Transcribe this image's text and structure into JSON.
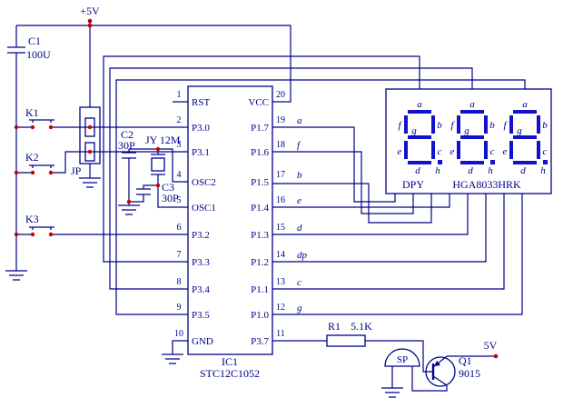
{
  "power": {
    "top_label": "+5V",
    "right_label": "5V"
  },
  "capacitors": {
    "c1_name": "C1",
    "c1_value": "100U",
    "c2_name": "C2",
    "c2_value": "30P",
    "c3_name": "C3",
    "c3_value": "30P"
  },
  "buttons": {
    "k1": "K1",
    "k2": "K2",
    "k3": "K3"
  },
  "jumper": {
    "label": "JP"
  },
  "crystal": {
    "label": "JY 12M"
  },
  "ic": {
    "ref": "IC1",
    "part": "STC12C1052",
    "left_pins": [
      {
        "num": "1",
        "name": "RST"
      },
      {
        "num": "2",
        "name": "P3.0"
      },
      {
        "num": "3",
        "name": "P3.1"
      },
      {
        "num": "4",
        "name": "OSC2"
      },
      {
        "num": "5",
        "name": "OSC1"
      },
      {
        "num": "6",
        "name": "P3.2"
      },
      {
        "num": "7",
        "name": "P3.3"
      },
      {
        "num": "8",
        "name": "P3.4"
      },
      {
        "num": "9",
        "name": "P3.5"
      },
      {
        "num": "10",
        "name": "GND"
      }
    ],
    "right_pins": [
      {
        "num": "20",
        "name": "VCC",
        "signal": ""
      },
      {
        "num": "19",
        "name": "P1.7",
        "signal": "a"
      },
      {
        "num": "18",
        "name": "P1.6",
        "signal": "f"
      },
      {
        "num": "17",
        "name": "P1.5",
        "signal": "b"
      },
      {
        "num": "16",
        "name": "P1.4",
        "signal": "e"
      },
      {
        "num": "15",
        "name": "P1.3",
        "signal": "d"
      },
      {
        "num": "14",
        "name": "P1.2",
        "signal": "dp"
      },
      {
        "num": "13",
        "name": "P1.1",
        "signal": "c"
      },
      {
        "num": "12",
        "name": "P1.0",
        "signal": "g"
      },
      {
        "num": "11",
        "name": "P3.7",
        "signal": ""
      }
    ]
  },
  "display": {
    "ref": "DPY",
    "part": "HGA8033HRK",
    "digit_labels": {
      "a": "a",
      "b": "b",
      "c": "c",
      "d": "d",
      "e": "e",
      "f": "f",
      "g": "g",
      "h": "h"
    }
  },
  "resistor": {
    "name": "R1",
    "value": "5.1K"
  },
  "speaker": {
    "label": "SP"
  },
  "transistor": {
    "name": "Q1",
    "part": "9015"
  },
  "colors": {
    "wire": "#00008B",
    "segment": "#1212CC",
    "junction": "#C80000"
  }
}
